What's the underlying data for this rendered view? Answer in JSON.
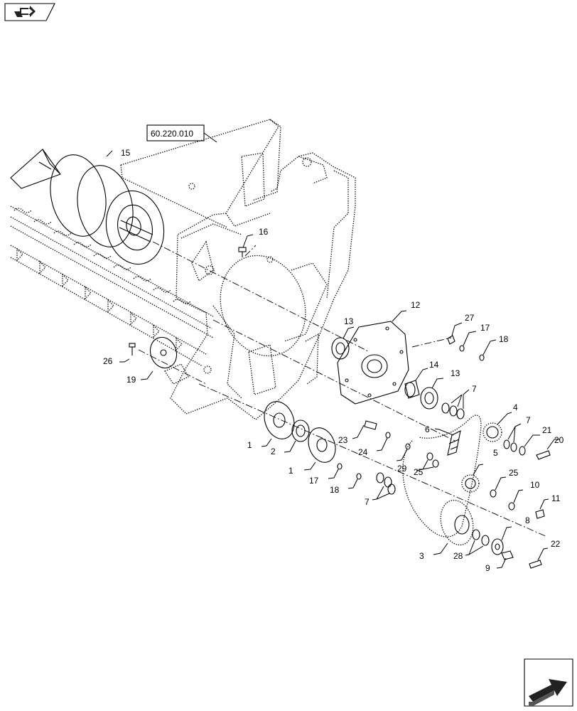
{
  "reference_box": {
    "text": "60.220.010"
  },
  "callouts": [
    "15",
    "16",
    "12",
    "13",
    "27",
    "17",
    "18",
    "14",
    "13",
    "7",
    "4",
    "7",
    "21",
    "20",
    "26",
    "19",
    "6",
    "1",
    "2",
    "23",
    "24",
    "29",
    "25",
    "1",
    "17",
    "18",
    "7",
    "5",
    "25",
    "10",
    "11",
    "3",
    "28",
    "8",
    "9",
    "22"
  ],
  "navigation": {
    "prev_icon": "back-arrow-icon",
    "next_icon": "forward-arrow-icon"
  }
}
